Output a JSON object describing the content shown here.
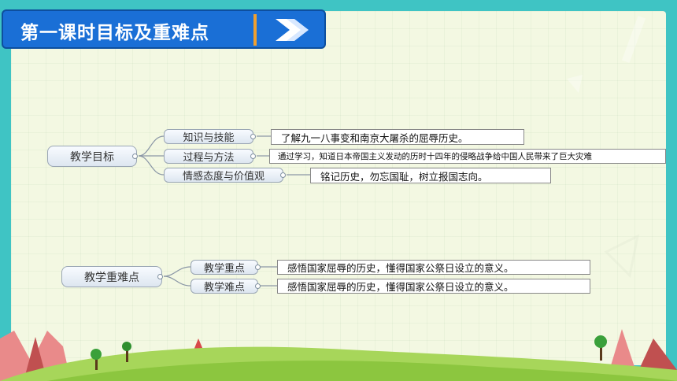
{
  "title": "第一课时目标及重难点",
  "mindmap1": {
    "root": "教学目标",
    "branches": [
      {
        "label": "知识与技能",
        "text": "了解九一八事变和南京大屠杀的屈辱历史。"
      },
      {
        "label": "过程与方法",
        "text": "通过学习，知道日本帝国主义发动的历时十四年的侵略战争给中国人民带来了巨大灾难"
      },
      {
        "label": "情感态度与价值观",
        "text": "铭记历史，勿忘国耻，树立报国志向。"
      }
    ]
  },
  "mindmap2": {
    "root": "教学重难点",
    "branches": [
      {
        "label": "教学重点",
        "text": "感悟国家屈辱的历史，懂得国家公祭日设立的意义。"
      },
      {
        "label": "教学难点",
        "text": "感悟国家屈辱的历史，懂得国家公祭日设立的意义。"
      }
    ]
  },
  "colors": {
    "frame": "#3fc4c4",
    "title_bar": "#1a6fd6",
    "grass": "#8cc63f"
  },
  "icons": {
    "title_arrow": "double-chevron-right-icon"
  }
}
